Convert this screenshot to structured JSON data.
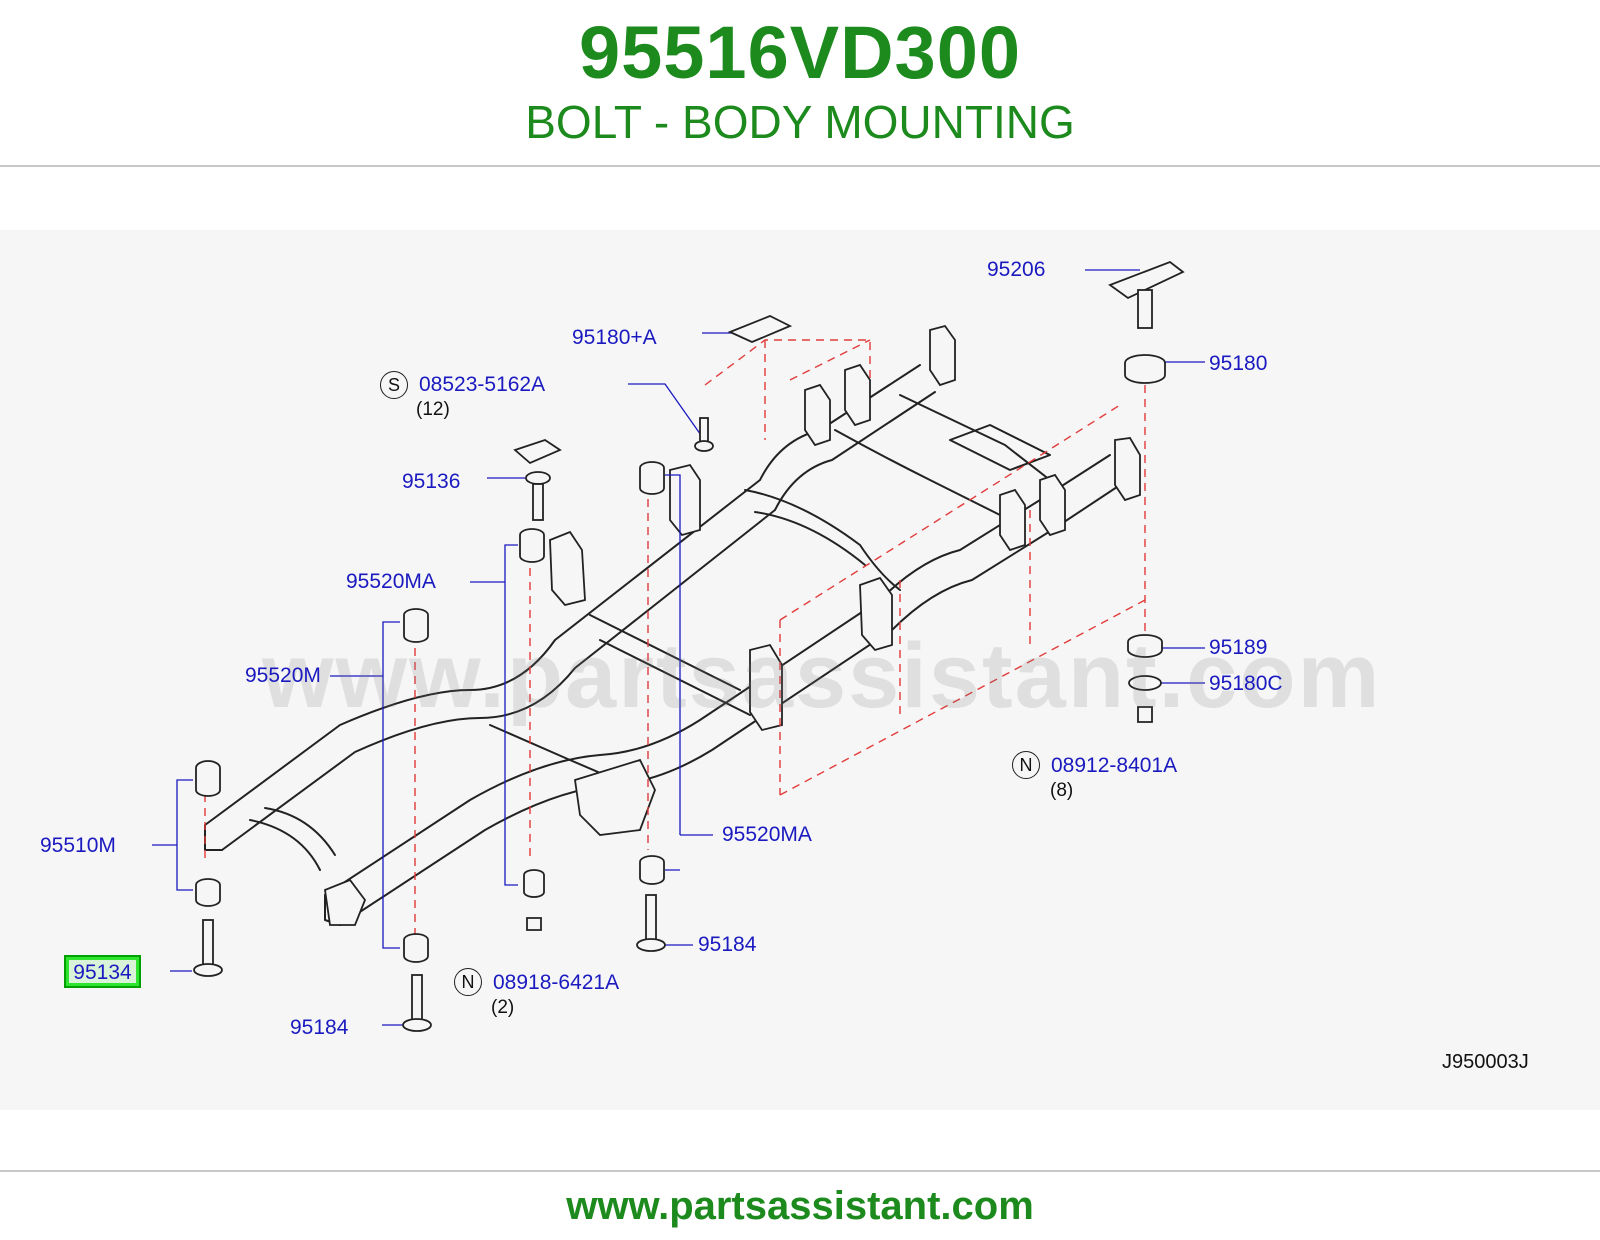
{
  "header": {
    "part_number": "95516VD300",
    "description": "BOLT - BODY MOUNTING"
  },
  "diagram": {
    "watermark": "www.partsassistant.com",
    "code": "J950003J",
    "highlighted_part": "95134",
    "callouts": {
      "c95206": "95206",
      "c95180a": "95180+A",
      "c95180": "95180",
      "c08523": "08523-5162A",
      "c08523_qty": "(12)",
      "c08523_sym": "S",
      "c95136": "95136",
      "c95520ma_top": "95520MA",
      "c95520m": "95520M",
      "c95189": "95189",
      "c95180c": "95180C",
      "c08912": "08912-8401A",
      "c08912_qty": "(8)",
      "c08912_sym": "N",
      "c95510m": "95510M",
      "c95520ma_bot": "95520MA",
      "c95184_right": "95184",
      "c95134": "95134",
      "c08918": "08918-6421A",
      "c08918_qty": "(2)",
      "c08918_sym": "N",
      "c95184_left": "95184"
    }
  },
  "footer": {
    "url": "www.partsassistant.com"
  },
  "colors": {
    "brand_green": "#1c8a1c",
    "callout_blue": "#1a1ac0",
    "highlight_green": "#2fe42f",
    "dash_red": "#e23b3b"
  }
}
